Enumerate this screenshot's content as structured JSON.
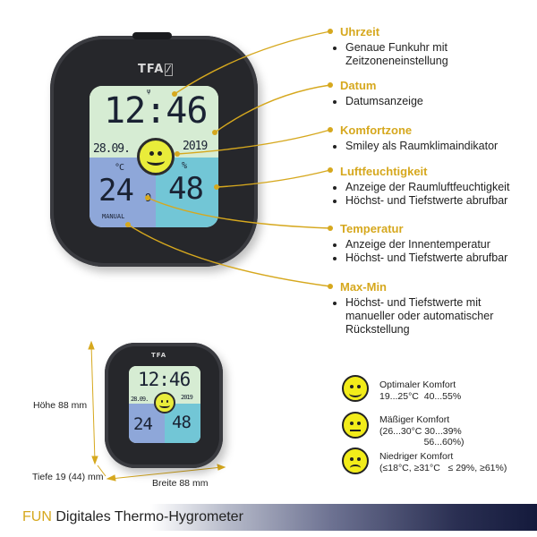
{
  "device": {
    "brand": "TFA",
    "time": "12:46",
    "date": "28.09.",
    "year": "2019",
    "temperature_unit": "°C",
    "temperature_int": "24",
    "temperature_dec": "9",
    "humidity_unit": "%",
    "humidity": "48",
    "mode_label": "MANUAL"
  },
  "annotations": [
    {
      "title": "Uhrzeit",
      "bullets": [
        "Genaue Funkuhr mit Zeitzoneneinstellung"
      ]
    },
    {
      "title": "Datum",
      "bullets": [
        "Datumsanzeige"
      ]
    },
    {
      "title": "Komfortzone",
      "bullets": [
        "Smiley als Raumklimaindikator"
      ]
    },
    {
      "title": "Luftfeuchtigkeit",
      "bullets": [
        "Anzeige der Raumluftfeuchtigkeit",
        "Höchst- und Tiefstwerte abrufbar"
      ]
    },
    {
      "title": "Temperatur",
      "bullets": [
        "Anzeige der Innentemperatur",
        "Höchst- und Tiefstwerte abrufbar"
      ]
    },
    {
      "title": "Max-Min",
      "bullets": [
        "Höchst- und Tiefstwerte mit manueller oder automatischer Rückstellung"
      ]
    }
  ],
  "dimensions": {
    "height": "Höhe 88 mm",
    "depth": "Tiefe 19 (44) mm",
    "width": "Breite 88 mm"
  },
  "comfort_legend": [
    {
      "icon": "happy-smiley-icon",
      "title": "Optimaler Komfort",
      "detail": "19...25°C  40...55%"
    },
    {
      "icon": "neutral-smiley-icon",
      "title": "Mäßiger Komfort",
      "detail": "(26...30°C 30...39%\n                 56...60%)"
    },
    {
      "icon": "sad-smiley-icon",
      "title": "Niedriger Komfort",
      "detail": "(≤18°C, ≥31°C   ≤ 29%, ≥61%)"
    }
  ],
  "footer": {
    "brand": "FUN",
    "title": "Digitales Thermo-Hygrometer"
  },
  "colors": {
    "accent": "#d6a81e",
    "device_body": "#26272b",
    "screen_top": "#d6ecd3",
    "screen_temp": "#8ea7d9",
    "screen_humidity": "#72c6d6",
    "smiley": "#e9ec3a"
  }
}
